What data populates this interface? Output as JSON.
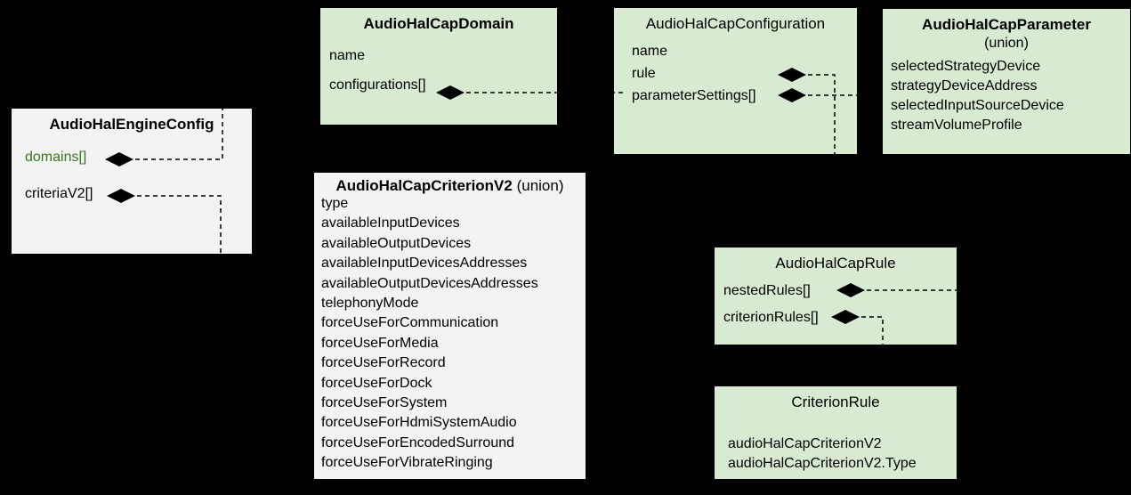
{
  "colors": {
    "background": "#000000",
    "box_green": "#d9ead3",
    "box_gray": "#f3f3f3",
    "field_green_text": "#38761d",
    "connector_line": "#000000"
  },
  "boxes": {
    "engine": {
      "title": "AudioHalEngineConfig",
      "fields": [
        "domains[]",
        "criteriaV2[]"
      ]
    },
    "domain": {
      "title": "AudioHalCapDomain",
      "fields": [
        "name",
        "configurations[]"
      ]
    },
    "configuration": {
      "title": "AudioHalCapConfiguration",
      "fields": [
        "name",
        "rule",
        "parameterSettings[]"
      ]
    },
    "parameter": {
      "title": "AudioHalCapParameter",
      "subtitle": "(union)",
      "fields": [
        "selectedStrategyDevice",
        "strategyDeviceAddress",
        "selectedInputSourceDevice",
        "streamVolumeProfile"
      ]
    },
    "criterionV2": {
      "title": "AudioHalCapCriterionV2",
      "title_suffix": " (union)",
      "fields": [
        "type",
        "availableInputDevices",
        "availableOutputDevices",
        "availableInputDevicesAddresses",
        "availableOutputDevicesAddresses",
        "telephonyMode",
        "forceUseForCommunication",
        "forceUseForMedia",
        "forceUseForRecord",
        "forceUseForDock",
        "forceUseForSystem",
        "forceUseForHdmiSystemAudio",
        "forceUseForEncodedSurround",
        "forceUseForVibrateRinging"
      ]
    },
    "rule": {
      "title": "AudioHalCapRule",
      "fields": [
        "nestedRules[]",
        "criterionRules[]"
      ]
    },
    "criterionRule": {
      "title": "CriterionRule",
      "fields": [
        "audioHalCapCriterionV2",
        "audioHalCapCriterionV2.Type"
      ]
    }
  },
  "connectors": [
    {
      "from": "AudioHalEngineConfig.domains[]",
      "to": "AudioHalCapDomain",
      "kind": "composition"
    },
    {
      "from": "AudioHalEngineConfig.criteriaV2[]",
      "to": "AudioHalCapCriterionV2",
      "kind": "composition"
    },
    {
      "from": "AudioHalCapDomain.configurations[]",
      "to": "AudioHalCapConfiguration",
      "kind": "composition"
    },
    {
      "from": "AudioHalCapConfiguration.rule",
      "to": "AudioHalCapRule",
      "kind": "composition"
    },
    {
      "from": "AudioHalCapConfiguration.parameterSettings[]",
      "to": "AudioHalCapParameter",
      "kind": "composition"
    },
    {
      "from": "AudioHalCapRule.nestedRules[]",
      "to": "AudioHalCapRule",
      "kind": "composition"
    },
    {
      "from": "AudioHalCapRule.criterionRules[]",
      "to": "CriterionRule",
      "kind": "composition"
    }
  ]
}
